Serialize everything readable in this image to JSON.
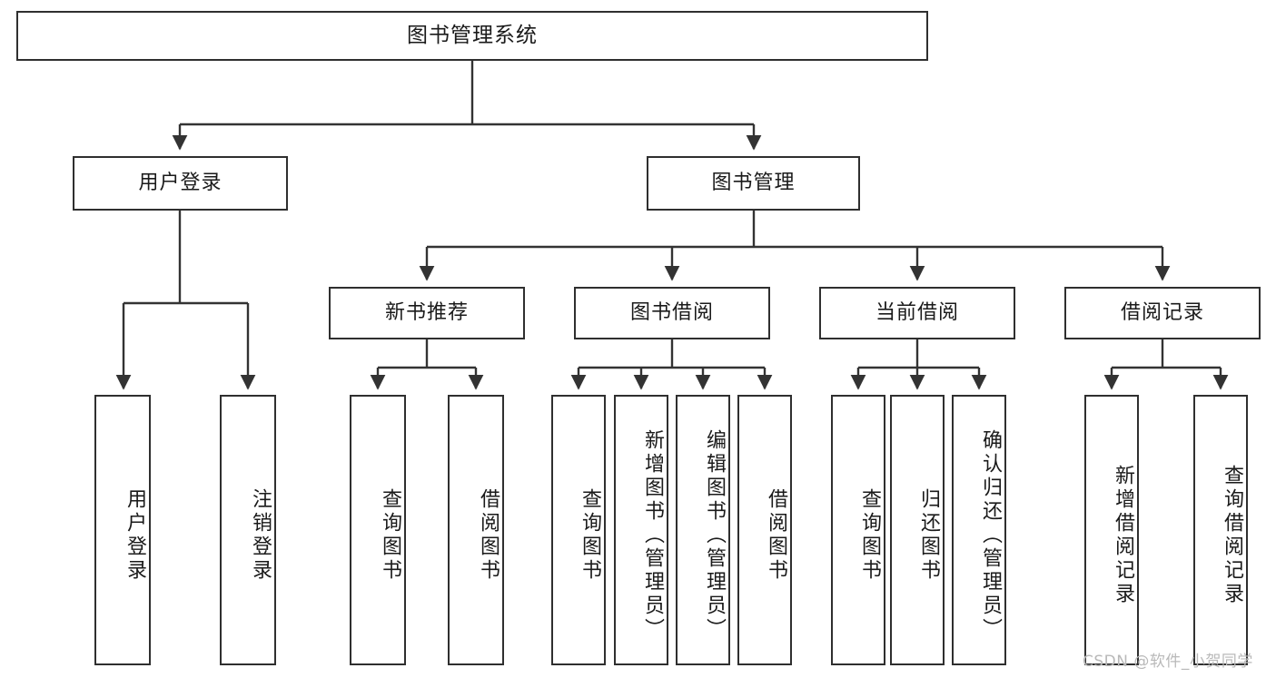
{
  "diagram": {
    "title": "图书管理系统",
    "type": "hierarchy-tree",
    "root": {
      "label": "图书管理系统"
    },
    "level2": [
      {
        "label": "用户登录"
      },
      {
        "label": "图书管理"
      }
    ],
    "level3": [
      {
        "label": "新书推荐"
      },
      {
        "label": "图书借阅"
      },
      {
        "label": "当前借阅"
      },
      {
        "label": "借阅记录"
      }
    ],
    "leaves": {
      "user_login": [
        {
          "label": "用户登录"
        },
        {
          "label": "注销登录"
        }
      ],
      "new_book_recommend": [
        {
          "label": "查询图书"
        },
        {
          "label": "借阅图书"
        }
      ],
      "book_borrow": [
        {
          "label": "查询图书"
        },
        {
          "label": "新增图书（管理员）"
        },
        {
          "label": "编辑图书（管理员）"
        },
        {
          "label": "借阅图书"
        }
      ],
      "current_borrow": [
        {
          "label": "查询图书"
        },
        {
          "label": "归还图书"
        },
        {
          "label": "确认归还（管理员）"
        }
      ],
      "borrow_record": [
        {
          "label": "新增借阅记录"
        },
        {
          "label": "查询借阅记录"
        }
      ]
    }
  },
  "watermark": {
    "text": "CSDN @软件_小贺同学"
  },
  "colors": {
    "background": "#ffffff",
    "box_border": "#2f2f2f",
    "connector": "#333333",
    "text": "#1a1a1a",
    "watermark": "#b9b9b9"
  }
}
